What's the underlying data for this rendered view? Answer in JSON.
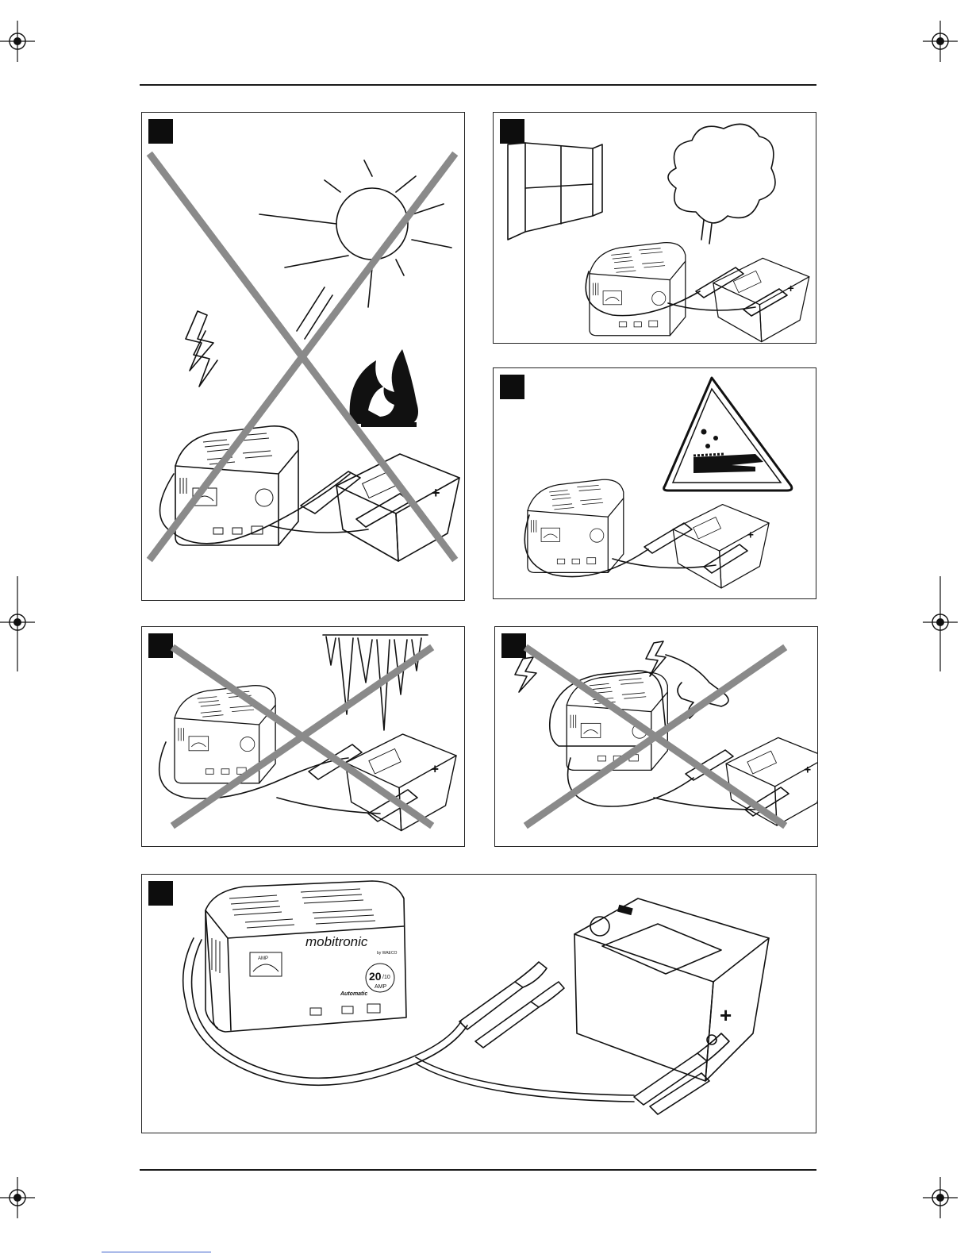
{
  "page": {
    "brand_text": "mobitronic",
    "brand_sub": "by WAECO",
    "rating_big": "20",
    "rating_small": "/10",
    "rating_unit": "AMP",
    "rating_word": "Automatic",
    "meter_label": "AMP",
    "panels": [
      {
        "id": "p1",
        "prohibited": true
      },
      {
        "id": "p2",
        "prohibited": false
      },
      {
        "id": "p3",
        "prohibited": false
      },
      {
        "id": "p4",
        "prohibited": true
      },
      {
        "id": "p5",
        "prohibited": true
      },
      {
        "id": "p6",
        "prohibited": false
      }
    ]
  }
}
